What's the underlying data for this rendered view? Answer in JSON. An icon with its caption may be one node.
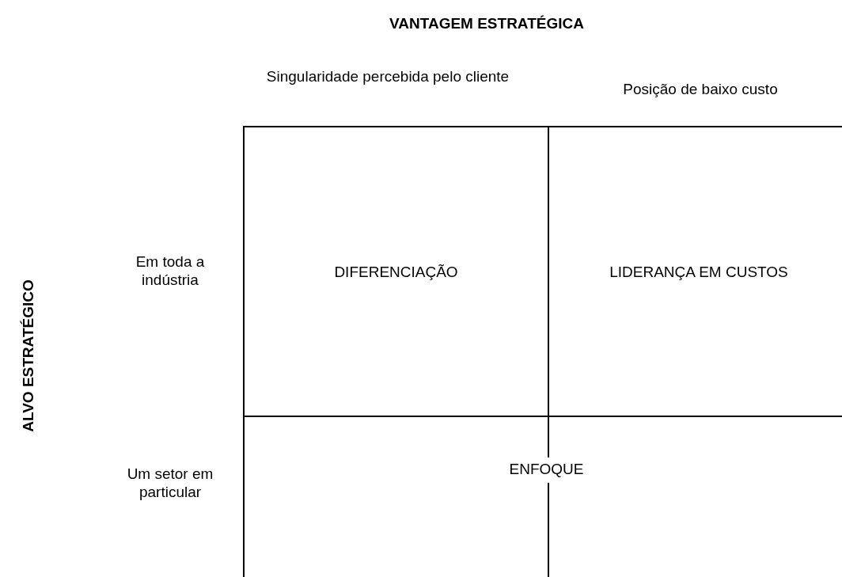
{
  "diagram": {
    "title": "VANTAGEM ESTRATÉGICA",
    "nodes": [
      {
        "text": [
          "DIFERENCIAÇÃO"
        ]
      },
      {
        "text": [
          "LIDERANÇA EM CUSTOS"
        ]
      },
      {
        "text": [
          "ENFOQUE"
        ]
      }
    ],
    "labels": [
      "Singularidade percebida pelo cliente",
      "Posição de baixo custo",
      "ALVO ESTRATÉGICO",
      "Em toda a indústria",
      "Um setor em particular"
    ]
  }
}
